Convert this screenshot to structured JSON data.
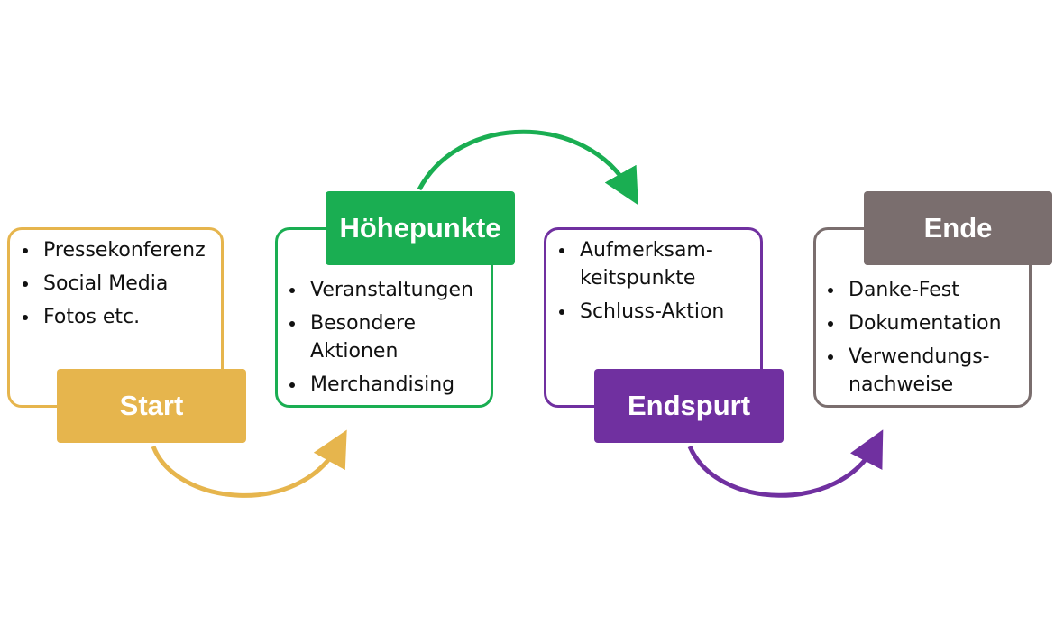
{
  "colors": {
    "start": "#E6B54D",
    "hoehepunkte": "#1AAE52",
    "endspurt": "#7030A0",
    "ende": "#7A6E6E"
  },
  "stages": [
    {
      "title": "Start",
      "items": [
        "Pressekonferenz",
        "Social Media",
        "Fotos etc."
      ]
    },
    {
      "title": "Höhepunkte",
      "items": [
        "Veranstaltungen",
        "Besondere Aktionen",
        "Merchandising"
      ]
    },
    {
      "title": "Endspurt",
      "items": [
        "Aufmerksam-keitspunkte",
        "Schluss-Aktion"
      ]
    },
    {
      "title": "Ende",
      "items": [
        "Danke-Fest",
        "Dokumentation",
        "Verwendungs-nachweise"
      ]
    }
  ]
}
